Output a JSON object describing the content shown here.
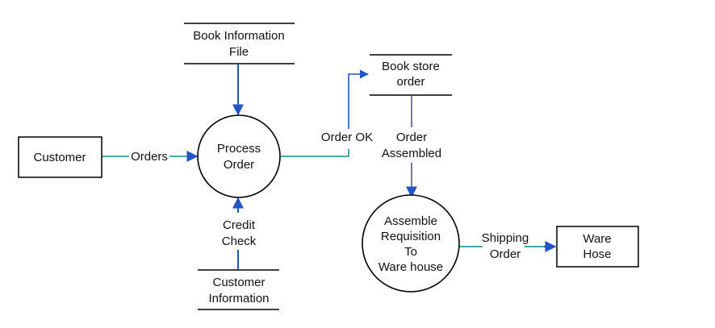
{
  "colors": {
    "process_stroke": "#000000",
    "blue_arrow": "#2255c4",
    "teal_flow": "#4aa8a8",
    "gray_flow": "#7a7a9a"
  },
  "entities": {
    "customer": "Customer",
    "warehouse": [
      "Ware",
      "Hose"
    ]
  },
  "processes": {
    "process_order": [
      "Process",
      "Order"
    ],
    "assemble_requisition": [
      "Assemble",
      "Requisition",
      "To",
      "Ware house"
    ]
  },
  "data_stores": {
    "book_information_file": [
      "Book Information",
      "File"
    ],
    "customer_information": [
      "Customer",
      "Information"
    ],
    "book_store_order": [
      "Book store",
      "order"
    ]
  },
  "flows": {
    "orders": "Orders",
    "credit_check": [
      "Credit",
      "Check"
    ],
    "order_ok": "Order OK",
    "order_assembled": [
      "Order",
      "Assembled"
    ],
    "shipping_order": [
      "Shipping",
      "Order"
    ]
  }
}
